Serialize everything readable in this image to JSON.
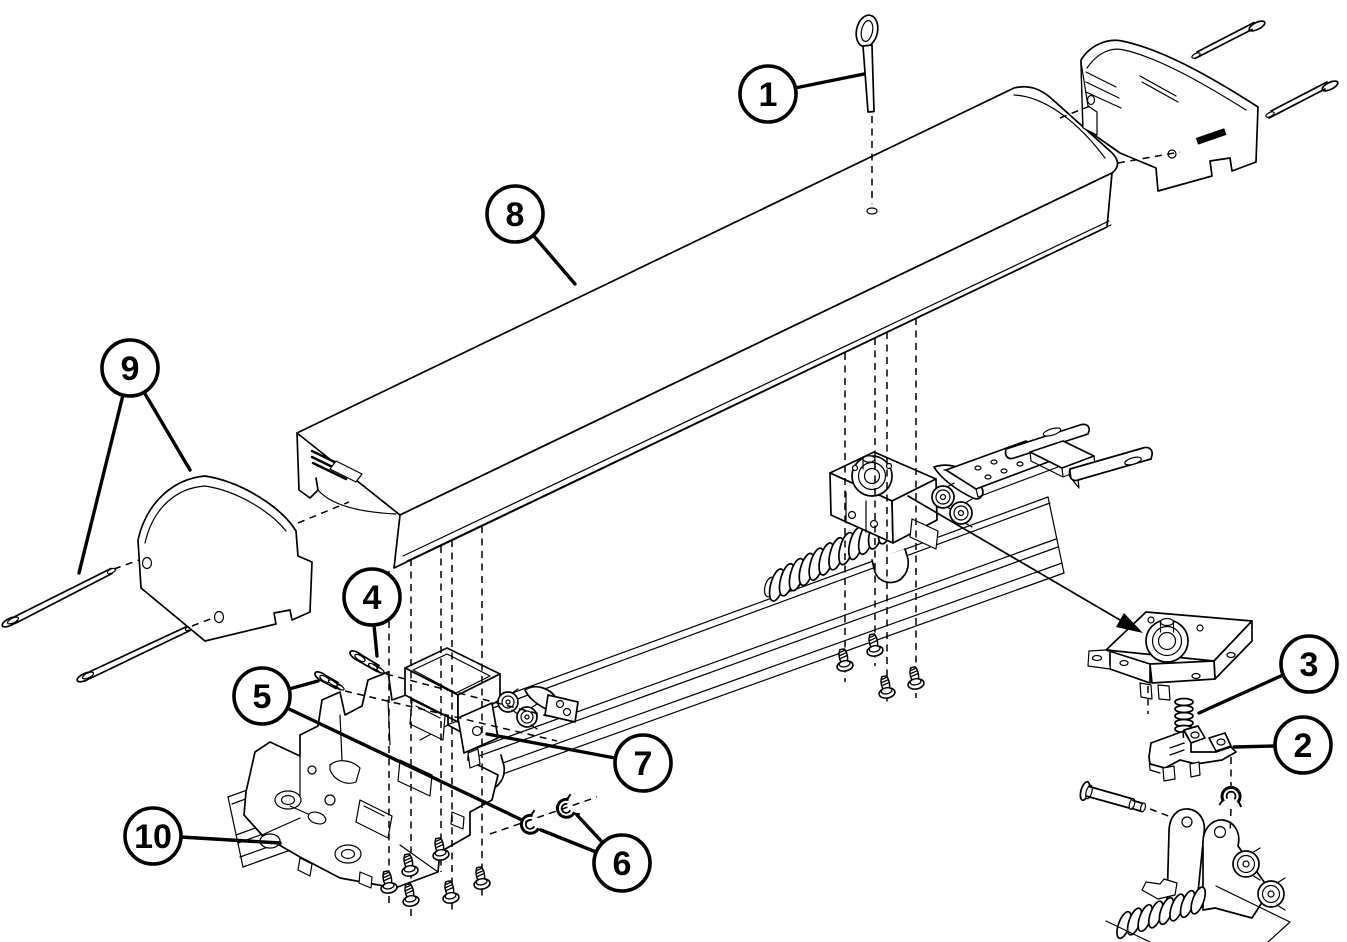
{
  "figure": {
    "type": "exploded-parts-diagram",
    "background_color": "#ffffff",
    "line_color": "#000000",
    "brand_label_bar_color": "#000000"
  },
  "callouts": [
    {
      "label": "1",
      "points_to": "retaining-eye-pin"
    },
    {
      "label": "2",
      "points_to": "latch-bracket"
    },
    {
      "label": "3",
      "points_to": "compression-spring"
    },
    {
      "label": "4",
      "points_to": "shoulder-pin"
    },
    {
      "label": "5",
      "points_to": "shoulder-screw"
    },
    {
      "label": "6",
      "points_to": "e-clips"
    },
    {
      "label": "7",
      "points_to": "guide-plate"
    },
    {
      "label": "8",
      "points_to": "cover-profile"
    },
    {
      "label": "9",
      "points_to": "end-cap-and-screws"
    },
    {
      "label": "10",
      "points_to": "drive-unit-base"
    }
  ]
}
